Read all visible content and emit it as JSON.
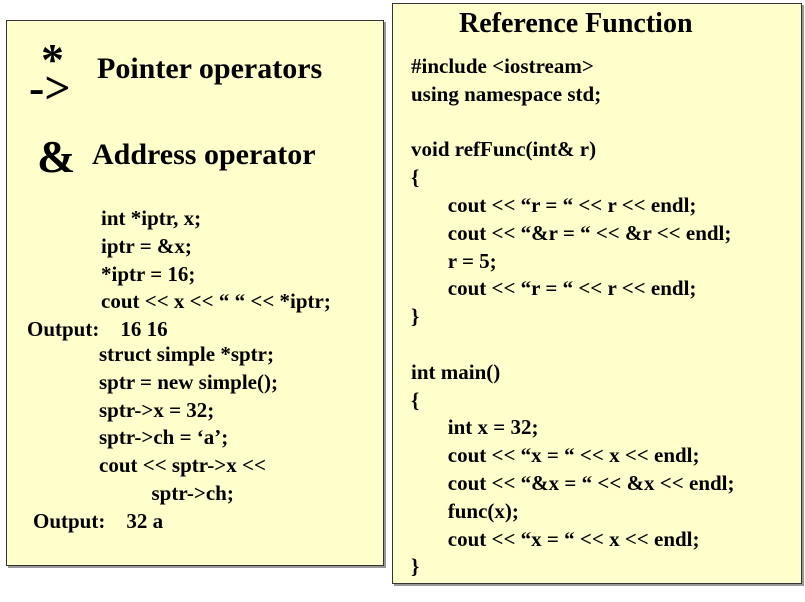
{
  "left_panel": {
    "star_symbol": "*",
    "arrow_symbol": "->",
    "pointer_heading": "Pointer operators",
    "amp_symbol": "&",
    "address_heading": "Address operator",
    "code_block_1": [
      "int *iptr, x;",
      "iptr = &x;",
      "*iptr = 16;",
      "cout << x << “ “ << *iptr;"
    ],
    "output_1": "Output:    16 16",
    "code_block_2": [
      "struct simple *sptr;",
      "sptr = new simple();",
      "sptr->x = 32;",
      "sptr->ch = ‘a’;",
      "cout << sptr->x <<",
      "          sptr->ch;"
    ],
    "output_2": "Output:    32 a"
  },
  "right_panel": {
    "title": "Reference Function",
    "code_lines": [
      "#include <iostream>",
      "using namespace std;",
      "",
      "void refFunc(int& r)",
      "{",
      "       cout << “r = “ << r << endl;",
      "       cout << “&r = “ << &r << endl;",
      "       r = 5;",
      "       cout << “r = “ << r << endl;",
      "}",
      "",
      "int main()",
      "{",
      "       int x = 32;",
      "       cout << “x = “ << x << endl;",
      "       cout << “&x = “ << &x << endl;",
      "       func(x);",
      "       cout << “x = “ << x << endl;",
      "}"
    ]
  }
}
